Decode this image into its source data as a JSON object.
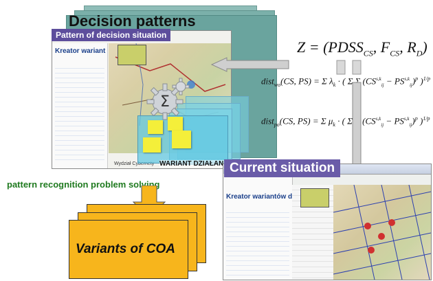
{
  "decision_patterns_title": "Decision patterns",
  "pattern_banner": "Pattern of decision situation",
  "current_situation": "Current situation",
  "pattern_recognition": "pattern recognition problem solving",
  "variants_of_coa": "Variants of COA",
  "wariant_label": "WARIANT DZIAŁANIA",
  "screen_title_top": "Kreator wariant",
  "screen_title_bottom": "Kreator wariantów d",
  "wydzial_caption": "Wydział Cybernety",
  "colors": {
    "teal_layer": "#7fb3ad",
    "teal_dark": "#4e8f88",
    "banner": "#5d4e9c",
    "green_text": "#1f7a1f",
    "coa_fill": "#f7b51c",
    "arrow_fill": "#f7b51c",
    "sticky_note": "#f4ef3a"
  },
  "icons": [
    "gear-icon",
    "sigma-icon",
    "sticky-note-icon",
    "map-icon",
    "down-arrow-icon"
  ]
}
